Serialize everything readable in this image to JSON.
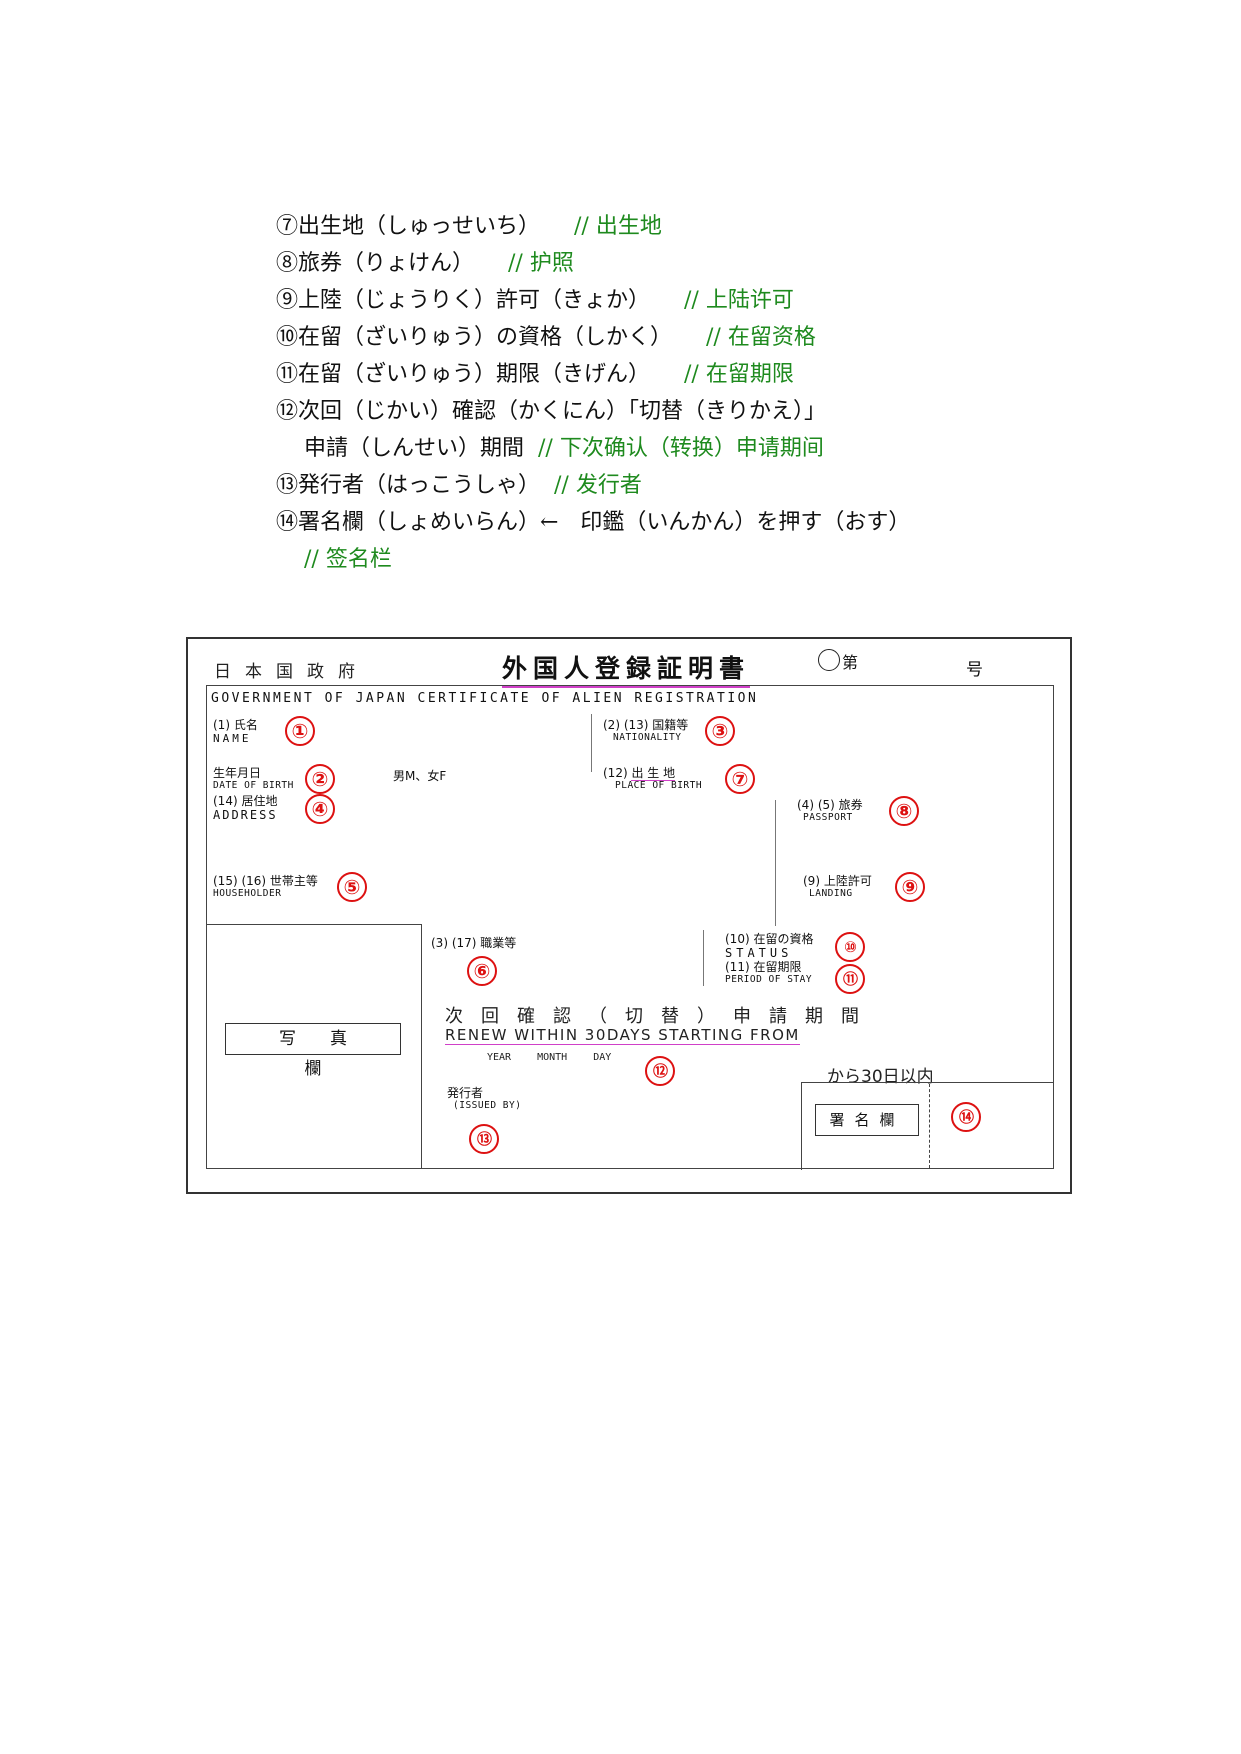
{
  "notes": [
    {
      "jp": "⑦出生地（しゅっせいち）",
      "cn": "// 出生地"
    },
    {
      "jp": "⑧旅券（りょけん）",
      "cn": "//  护照"
    },
    {
      "jp": "⑨上陸（じょうりく）許可（きょか）",
      "cn": "//  上陆许可"
    },
    {
      "jp": "⑩在留（ざいりゅう）の資格（しかく）",
      "cn": "// 在留资格"
    },
    {
      "jp": "⑪在留（ざいりゅう）期限（きげん）",
      "cn": "// 在留期限"
    },
    {
      "jp": "⑫次回（じかい）確認（かくにん）「切替（きりかえ）」",
      "cn": ""
    },
    {
      "jp": "申請（しんせい）期間",
      "cn": "// 下次确认（转换）申请期间"
    },
    {
      "jp": "⑬発行者（はっこうしゃ）",
      "cn": "// 发行者"
    },
    {
      "jp": "⑭署名欄（しょめいらん）←　印鑑（いんかん）を押す（おす）",
      "cn": ""
    },
    {
      "jp": "",
      "cn": "// 签名栏"
    }
  ],
  "certificate": {
    "gov_jp": "日本国政府",
    "title": "外国人登録証明書",
    "no_label": "第",
    "go_label": "号",
    "gov_en": "GOVERNMENT OF JAPAN  CERTIFICATE OF ALIEN REGISTRATION",
    "fields": {
      "name_jp": "(1) 氏名",
      "name_en": "NAME",
      "nationality_jp": "(2) (13) 国籍等",
      "nationality_en": "NATIONALITY",
      "dob_jp": "生年月日",
      "dob_en": "DATE OF BIRTH",
      "sex": "男M、女F",
      "birthplace_prefix": "(12)",
      "birthplace_jp": "出 生 地",
      "birthplace_en": "PLACE OF BIRTH",
      "address_jp": "(14) 居住地",
      "address_en": "ADDRESS",
      "passport_jp": "(4) (5) 旅券",
      "passport_en": "PASSPORT",
      "householder_jp": "(15) (16) 世帯主等",
      "householder_en": "HOUSEHOLDER",
      "landing_jp": "(9) 上陸許可",
      "landing_en": "LANDING",
      "occupation_jp": "(3) (17) 職業等",
      "status_jp": "(10) 在留の資格",
      "status_en": "STATUS",
      "period_jp": "(11) 在留期限",
      "period_en": "PERIOD OF STAY",
      "photo": "写真欄",
      "renew_jp": "次回確認（切替）申請期間",
      "renew_en": "RENEW WITHIN  30DAYS  STARTING  FROM",
      "ymd": "YEAR MONTH DAY",
      "deadline": "から30日以内",
      "issued_jp": "発行者",
      "issued_en": "(ISSUED BY)",
      "sign": "署名欄"
    },
    "markers": [
      "①",
      "②",
      "③",
      "④",
      "⑤",
      "⑥",
      "⑦",
      "⑧",
      "⑨",
      "⑩",
      "⑪",
      "⑫",
      "⑬",
      "⑭"
    ]
  }
}
